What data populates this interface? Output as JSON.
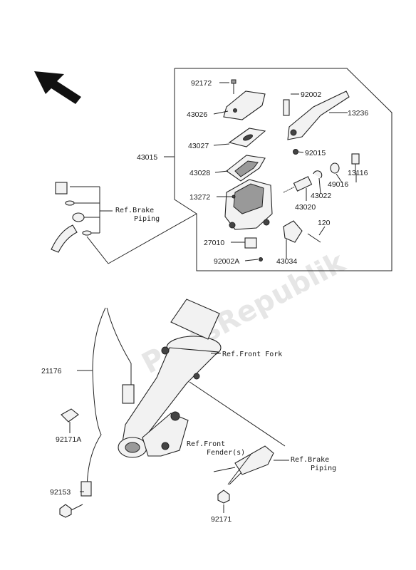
{
  "watermark": "PartsRepublik",
  "parts": {
    "p92172": "92172",
    "p43026": "43026",
    "p43027": "43027",
    "p43028": "43028",
    "p43015": "43015",
    "p13272": "13272",
    "p27010": "27010",
    "p92002A": "92002A",
    "p43034": "43034",
    "p120": "120",
    "p43020": "43020",
    "p43022": "43022",
    "p49016": "49016",
    "p13116": "13116",
    "p92015": "92015",
    "p13236": "13236",
    "p92002": "92002",
    "p21176": "21176",
    "p92171A": "92171A",
    "p92153": "92153",
    "p92171": "92171"
  },
  "refs": {
    "brake_piping_top_1": "Ref.Brake",
    "brake_piping_top_2": "Piping",
    "front_fork": "Ref.Front Fork",
    "front_fender_1": "Ref.Front",
    "front_fender_2": "Fender(s)",
    "brake_piping_bottom_1": "Ref.Brake",
    "brake_piping_bottom_2": "Piping"
  },
  "icons": {
    "direction_arrow": "front-direction-arrow-icon"
  }
}
